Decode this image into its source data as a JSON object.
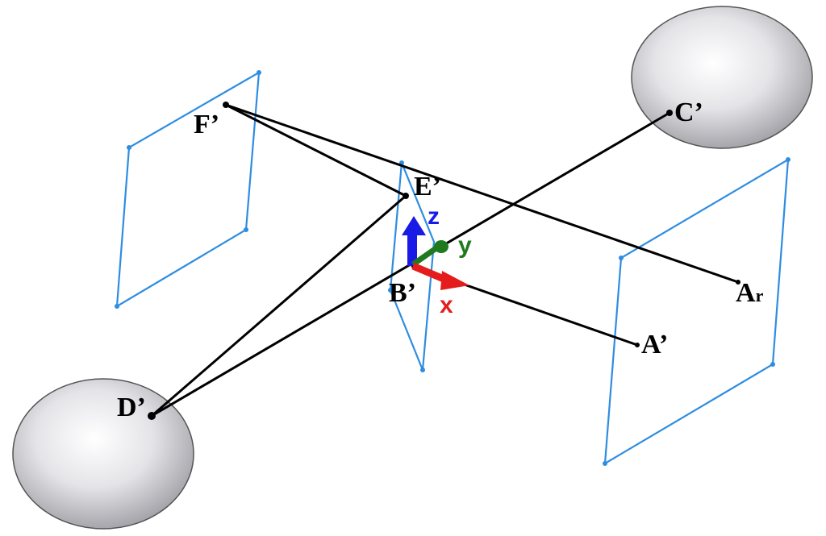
{
  "labels": {
    "F": "F’",
    "E": "E’",
    "C": "C’",
    "B": "B’",
    "A": "A’",
    "D": "D’",
    "Ar_main": "A",
    "Ar_sub": "r"
  },
  "axes": {
    "x": {
      "label": "x",
      "color": "#e41c1c"
    },
    "y": {
      "label": "y",
      "color": "#1f7a1f"
    },
    "z": {
      "label": "z",
      "color": "#1a1ae6"
    }
  },
  "colors": {
    "plane": "#2e8de0",
    "line": "#000000",
    "sphere": "#c8c8cc"
  }
}
